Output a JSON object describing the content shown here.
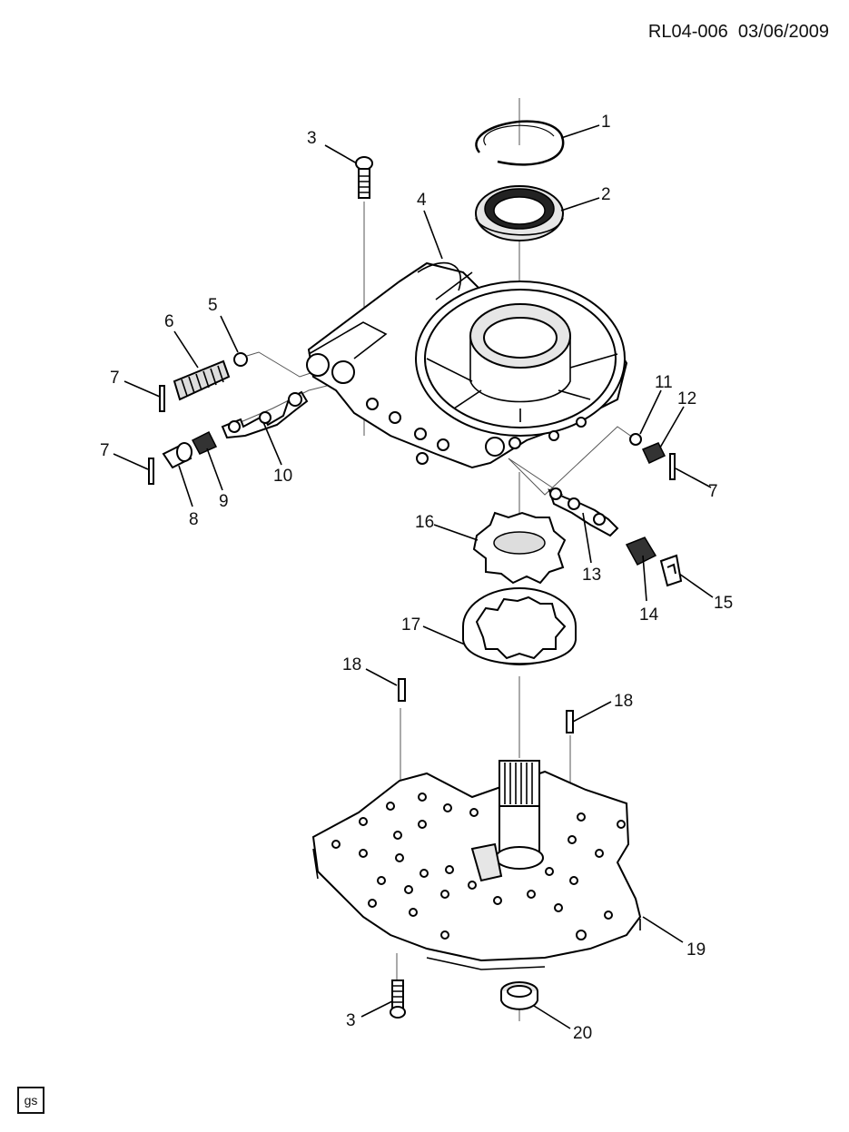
{
  "header": {
    "code": "RL04-006",
    "date": "03/06/2009"
  },
  "footer_tag": "gs",
  "callouts": [
    {
      "id": "c1",
      "label": "1"
    },
    {
      "id": "c2",
      "label": "2"
    },
    {
      "id": "c3a",
      "label": "3"
    },
    {
      "id": "c3b",
      "label": "3"
    },
    {
      "id": "c4",
      "label": "4"
    },
    {
      "id": "c5",
      "label": "5"
    },
    {
      "id": "c6",
      "label": "6"
    },
    {
      "id": "c7a",
      "label": "7"
    },
    {
      "id": "c7b",
      "label": "7"
    },
    {
      "id": "c7c",
      "label": "7"
    },
    {
      "id": "c8",
      "label": "8"
    },
    {
      "id": "c9",
      "label": "9"
    },
    {
      "id": "c10",
      "label": "10"
    },
    {
      "id": "c11",
      "label": "11"
    },
    {
      "id": "c12",
      "label": "12"
    },
    {
      "id": "c13",
      "label": "13"
    },
    {
      "id": "c14",
      "label": "14"
    },
    {
      "id": "c15",
      "label": "15"
    },
    {
      "id": "c16",
      "label": "16"
    },
    {
      "id": "c17",
      "label": "17"
    },
    {
      "id": "c18a",
      "label": "18"
    },
    {
      "id": "c18b",
      "label": "18"
    },
    {
      "id": "c19",
      "label": "19"
    },
    {
      "id": "c20",
      "label": "20"
    }
  ]
}
